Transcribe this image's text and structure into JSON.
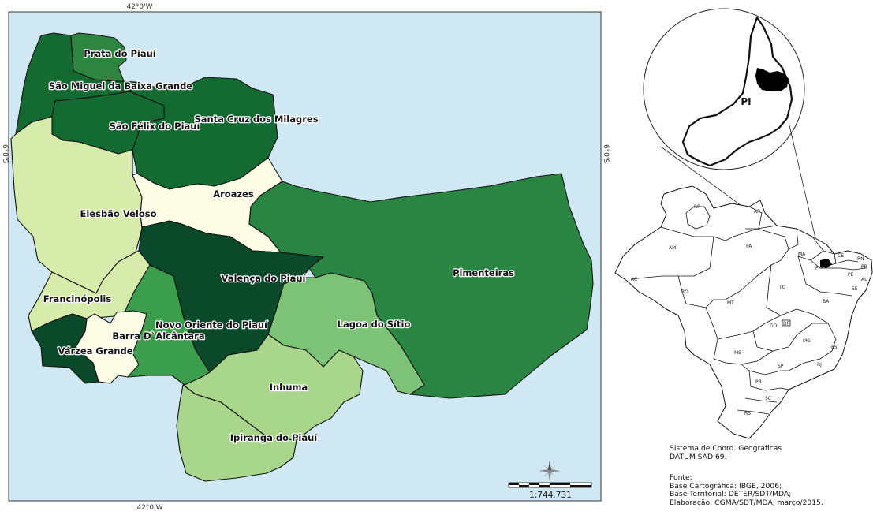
{
  "map": {
    "coordinates": {
      "lon_top": "42°0'W",
      "lon_bottom": "42°0'W",
      "lat_left": "6°0'S",
      "lat_right": "6°0'S"
    },
    "municipalities": [
      {
        "name": "Prata do Piauí",
        "fill": "#2e8540"
      },
      {
        "name": "São Miguel da Baixa Grande",
        "fill": "#146b32"
      },
      {
        "name": "São Félix do Piauí",
        "fill": "#146b32"
      },
      {
        "name": "Santa Cruz dos Milagres",
        "fill": "#146b32"
      },
      {
        "name": "Elesbão Veloso",
        "fill": "#d7ecaa"
      },
      {
        "name": "Aroazes",
        "fill": "#fdfde6"
      },
      {
        "name": "Pimenteiras",
        "fill": "#2a8542"
      },
      {
        "name": "Valença do Piauí",
        "fill": "#0a4a2a"
      },
      {
        "name": "Francinópolis",
        "fill": "#d7ecaa"
      },
      {
        "name": "Novo Oriente do Piauí",
        "fill": "#3a9e4d"
      },
      {
        "name": "Barra D`Alcântara",
        "fill": "#fdfde6"
      },
      {
        "name": "Várzea Grande",
        "fill": "#0a4a2a"
      },
      {
        "name": "Lagoa do Sítio",
        "fill": "#7cc377"
      },
      {
        "name": "Inhuma",
        "fill": "#a8d68a"
      },
      {
        "name": "Ipiranga do Piauí",
        "fill": "#a8d68a"
      }
    ],
    "water_color": "#cfe8f3",
    "scale_label": "1:744.731",
    "north_arrow_icon": "compass-rose-icon"
  },
  "inset": {
    "state_label": "PI",
    "states": [
      "RR",
      "AP",
      "AM",
      "PA",
      "MA",
      "CE",
      "RN",
      "PB",
      "PE",
      "AL",
      "SE",
      "PI",
      "AC",
      "RO",
      "TO",
      "MT",
      "BA",
      "DF",
      "GO",
      "MG",
      "ES",
      "MS",
      "SP",
      "RJ",
      "PR",
      "SC",
      "RS"
    ]
  },
  "info": {
    "coord_line1": "Sistema de Coord. Geográficas",
    "coord_line2": "DATUM SAD 69.",
    "source_title": "Fonte:",
    "source_line1": "Base Cartográfica: IBGE, 2006;",
    "source_line2": "Base Territorial: DETER/SDT/MDA;",
    "source_line3": "Elaboração: CGMA/SDT/MDA, março/2015."
  }
}
